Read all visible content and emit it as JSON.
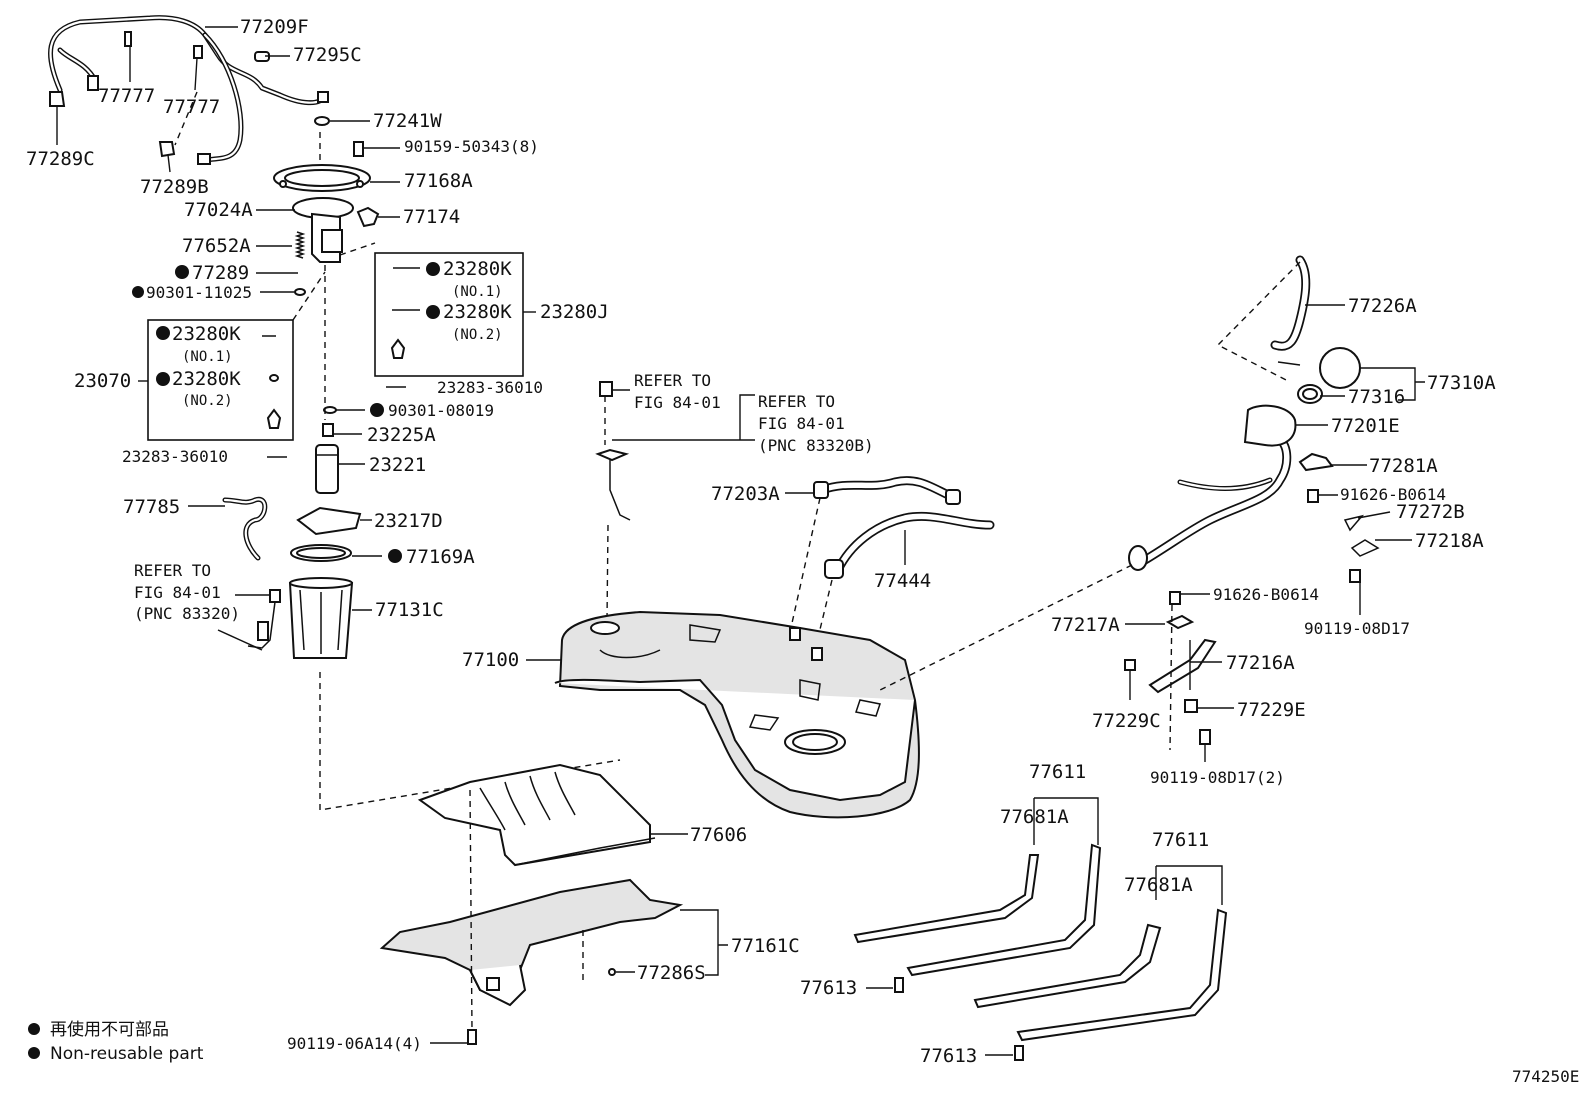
{
  "diagram": {
    "figure_code": "774250E",
    "labels": {
      "p77209F": "77209F",
      "p77295C": "77295C",
      "p77777a": "77777",
      "p77777b": "77777",
      "p77289C": "77289C",
      "p77289B": "77289B",
      "p77241W": "77241W",
      "p90159": "90159-50343(8)",
      "p77168A": "77168A",
      "p77024A": "77024A",
      "p77174": "77174",
      "p77652A": "77652A",
      "p77289": "77289",
      "p90301_11025": "90301-11025",
      "p23280K_1a": "23280K",
      "no1a": "(NO.1)",
      "p23280K_2a": "23280K",
      "no2a": "(NO.2)",
      "p23280J": "23280J",
      "p23280K_1b": "23280K",
      "no1b": "(NO.1)",
      "p23280K_2b": "23280K",
      "no2b": "(NO.2)",
      "p23070": "23070",
      "p23283a": "23283-36010",
      "p90301_08019": "90301-08019",
      "p23225A": "23225A",
      "p23283b": "23283-36010",
      "p23221": "23221",
      "p77785": "77785",
      "p23217D": "23217D",
      "p77169A": "77169A",
      "ref1_l1": "REFER TO",
      "ref1_l2": "FIG 84-01",
      "ref1_l3": "(PNC 83320)",
      "p77131C": "77131C",
      "ref2_l1": "REFER TO",
      "ref2_l2": "FIG 84-01",
      "ref3_l1": "REFER TO",
      "ref3_l2": "FIG 84-01",
      "ref3_l3": "(PNC 83320B)",
      "p77203A": "77203A",
      "p77444": "77444",
      "p77100": "77100",
      "p77606": "77606",
      "p77161C": "77161C",
      "p77286S": "77286S",
      "p90119_06A14": "90119-06A14(4)",
      "p77226A": "77226A",
      "p77316": "77316",
      "p77310A": "77310A",
      "p77201E": "77201E",
      "p77281A": "77281A",
      "p91626_a": "91626-B0614",
      "p77272B": "77272B",
      "p77218A": "77218A",
      "p90119_08D17": "90119-08D17",
      "p91626_b": "91626-B0614",
      "p77217A": "77217A",
      "p77216A": "77216A",
      "p77229C": "77229C",
      "p77229E": "77229E",
      "p90119_08D17_2": "90119-08D17(2)",
      "p77611a": "77611",
      "p77681Aa": "77681A",
      "p77613a": "77613",
      "p77611b": "77611",
      "p77681Ab": "77681A",
      "p77613b": "77613"
    },
    "legend": {
      "symbol": "●",
      "line1": "再使用不可部品",
      "line2": "Non-reusable part"
    }
  }
}
